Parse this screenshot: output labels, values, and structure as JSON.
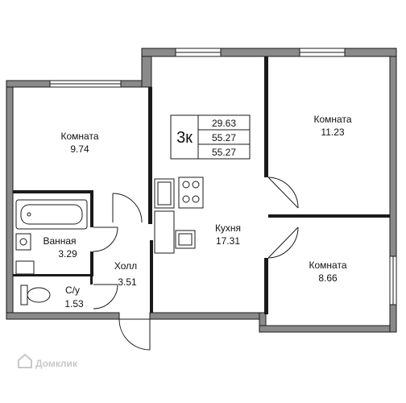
{
  "summary": {
    "rooms": "3к",
    "living_area": "29.63",
    "total_area_1": "55.27",
    "total_area_2": "55.27"
  },
  "rooms": {
    "room1": {
      "name": "Комната",
      "area": "9.74"
    },
    "room2": {
      "name": "Комната",
      "area": "11.23"
    },
    "room3": {
      "name": "Комната",
      "area": "8.66"
    },
    "kitchen": {
      "name": "Кухня",
      "area": "17.31"
    },
    "bathroom": {
      "name": "Ванная",
      "area": "3.29"
    },
    "hall": {
      "name": "Холл",
      "area": "3.51"
    },
    "toilet": {
      "name": "С/у",
      "area": "1.53"
    }
  },
  "watermark": {
    "text": "Домклик",
    "icon": "home-icon"
  },
  "colors": {
    "wall": "#8a8a8a",
    "outline": "#1a1a1a"
  }
}
